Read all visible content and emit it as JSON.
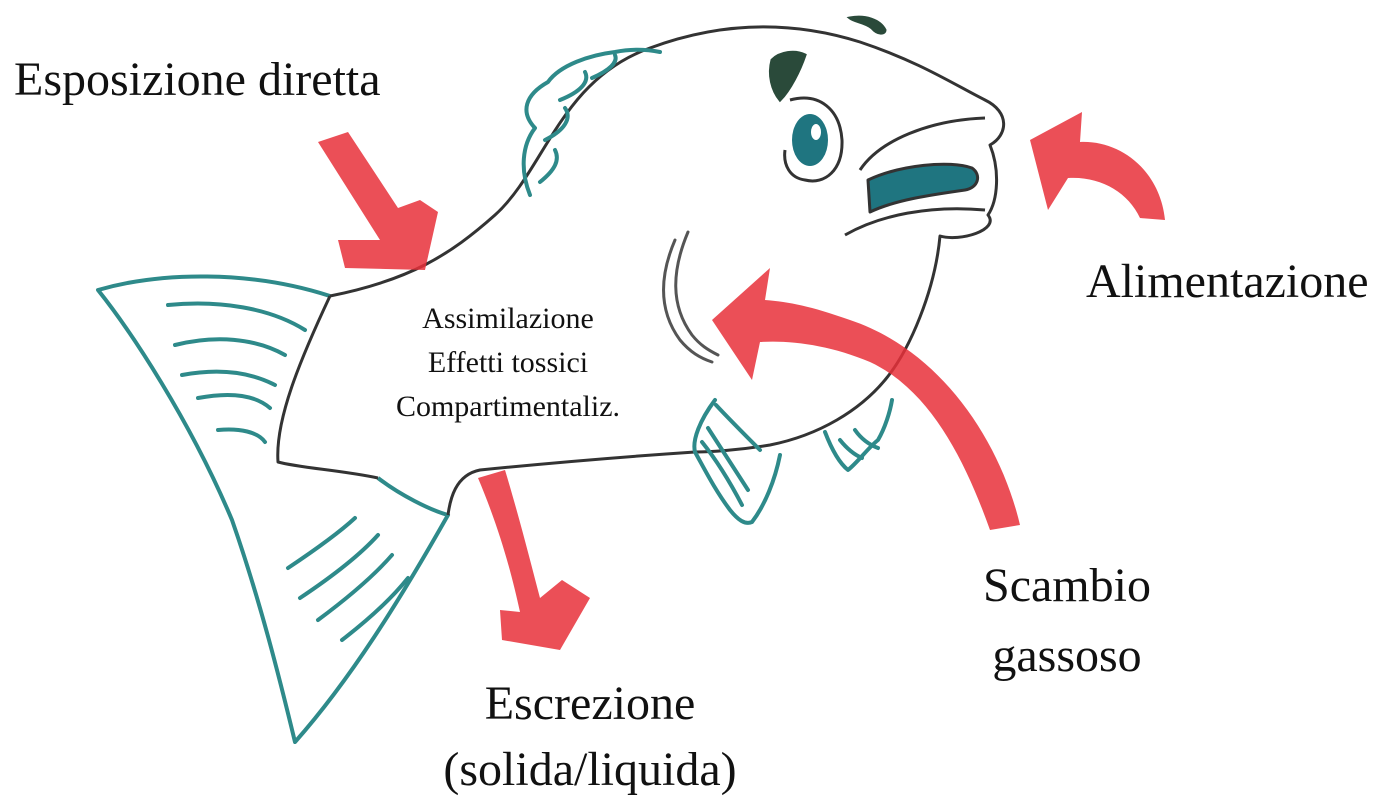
{
  "labels": {
    "direct_exposure": "Esposizione diretta",
    "feeding": "Alimentazione",
    "gas_exchange_line1": "Scambio",
    "gas_exchange_line2": "gassoso",
    "excretion_line1": "Escrezione",
    "excretion_line2": "(solida/liquida)",
    "internal_line1": "Assimilazione",
    "internal_line2": "Effetti tossici",
    "internal_line3": "Compartimentaliz."
  },
  "colors": {
    "outline": "#333333",
    "fin_teal": "#2e8a8a",
    "eye_teal": "#1f7580",
    "arrow_red": "#e8303a",
    "text": "#111111",
    "background": "#ffffff"
  },
  "icons": {
    "fish": "fish-illustration",
    "arrows": "flow-arrow"
  }
}
